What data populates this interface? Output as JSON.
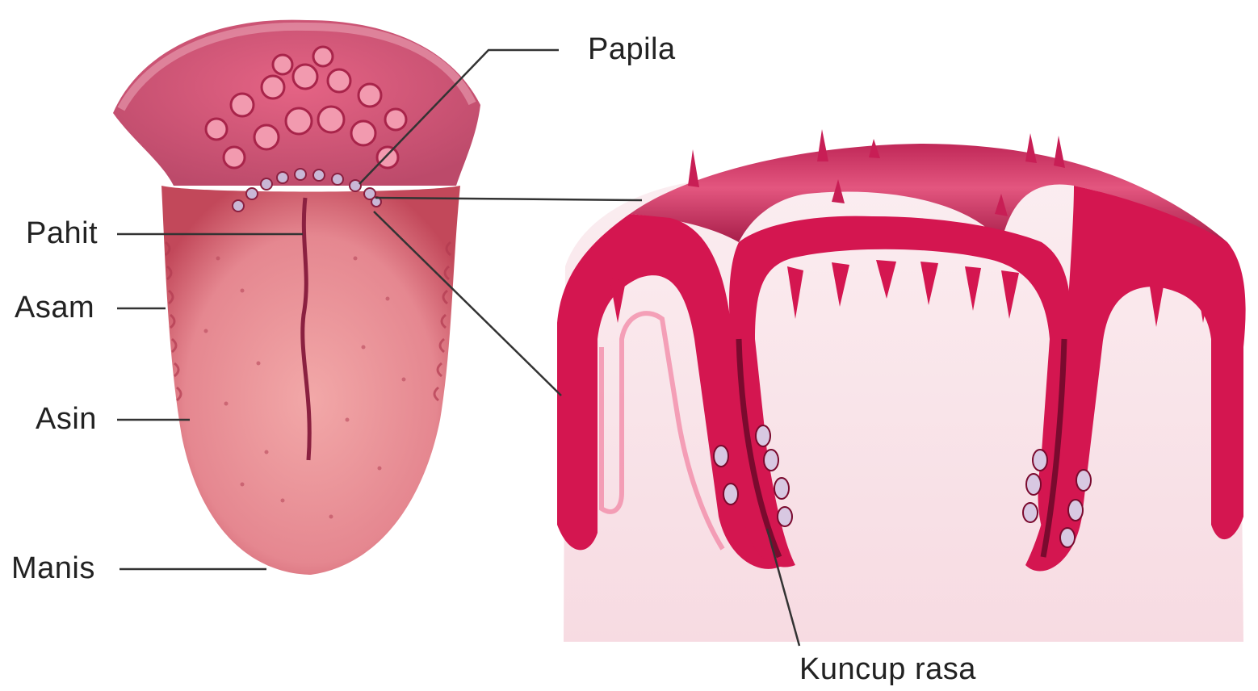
{
  "labels": {
    "papila": "Papila",
    "pahit": "Pahit",
    "asam": "Asam",
    "asin": "Asin",
    "manis": "Manis",
    "kuncup_rasa": "Kuncup rasa"
  },
  "colors": {
    "background": "#ffffff",
    "tongue_fill": "#e58790",
    "tongue_edge": "#c2485a",
    "tissue_dark": "#d41650",
    "tissue_light": "#f7dbe2",
    "tissue_core": "#fbeef1",
    "papilla_highlight": "#f29aaf",
    "taste_bud": "#c9b7d6",
    "leader_line": "#333333"
  }
}
